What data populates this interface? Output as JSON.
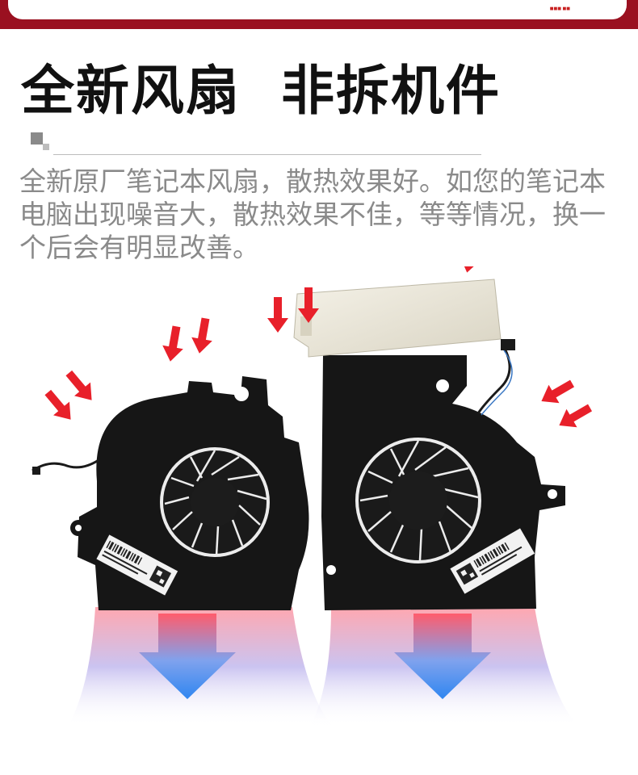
{
  "header": {
    "title": "全新风扇  非拆机件",
    "banner_fine_print": "■■■ ■■"
  },
  "description": "全新原厂笔记本风扇，散热效果好。如您的笔记本电脑出现噪音大，散热效果不佳，等等情况，换一个后会有明显改善。",
  "product_image": {
    "subject": "laptop-cooling-fans",
    "fan_count": 2,
    "colors": {
      "fan_body": "#141414",
      "heatsink": "#ebe7d9",
      "hot_arrow": "#e8202a",
      "cool_arrow": "#3f8fe6",
      "accent": "#9a1020"
    }
  }
}
